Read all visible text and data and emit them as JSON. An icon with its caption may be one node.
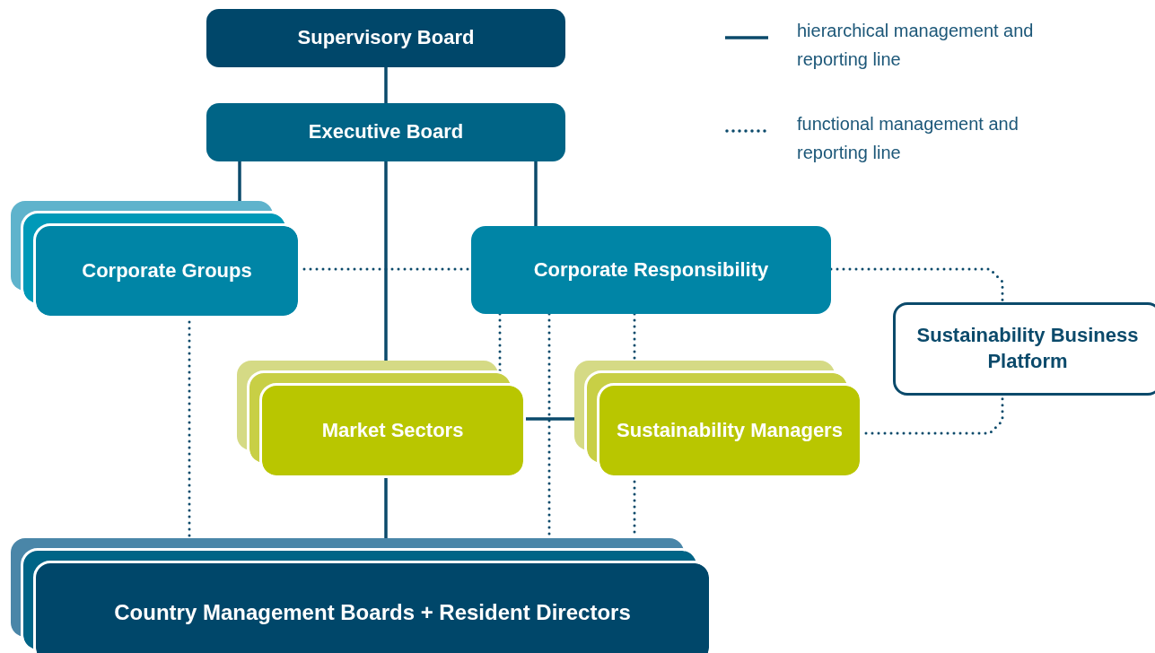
{
  "diagram": {
    "nodes": [
      {
        "text": [
          "Supervisory Board"
        ]
      },
      {
        "text": [
          "Executive Board"
        ]
      },
      {
        "text": [
          "Corporate Groups"
        ]
      },
      {
        "text": [
          "Corporate Responsibility"
        ]
      },
      {
        "text": [
          "Sustainability Business Platform"
        ]
      },
      {
        "text": [
          "Market Sectors"
        ]
      },
      {
        "text": [
          "Sustainability Managers"
        ]
      },
      {
        "text": [
          "Country Management Boards + Resident Directors"
        ]
      }
    ],
    "edges": [
      {
        "from": 0,
        "to": 1,
        "arrow": "none"
      },
      {
        "from": 1,
        "to": 2,
        "arrow": "none"
      },
      {
        "from": 1,
        "to": 5,
        "arrow": "none"
      },
      {
        "from": 1,
        "to": 3,
        "arrow": "none"
      },
      {
        "from": 2,
        "to": 3,
        "arrow": "none",
        "style": "dashed"
      },
      {
        "from": 3,
        "to": 4,
        "arrow": "none",
        "style": "dashed"
      },
      {
        "from": 3,
        "to": 5,
        "arrow": "none",
        "style": "dashed"
      },
      {
        "from": 3,
        "to": 7,
        "arrow": "none",
        "style": "dashed"
      },
      {
        "from": 3,
        "to": 6,
        "arrow": "none",
        "style": "dashed"
      },
      {
        "from": 6,
        "to": 4,
        "arrow": "none",
        "style": "dashed"
      },
      {
        "from": 5,
        "to": 6,
        "arrow": "none"
      },
      {
        "from": 2,
        "to": 7,
        "arrow": "none",
        "style": "dashed"
      },
      {
        "from": 5,
        "to": 7,
        "arrow": "none"
      },
      {
        "from": 6,
        "to": 7,
        "arrow": "none",
        "style": "dashed"
      }
    ],
    "legend": [
      {
        "text": "hierarchical management and reporting line"
      },
      {
        "text": "functional management and reporting line"
      }
    ]
  }
}
